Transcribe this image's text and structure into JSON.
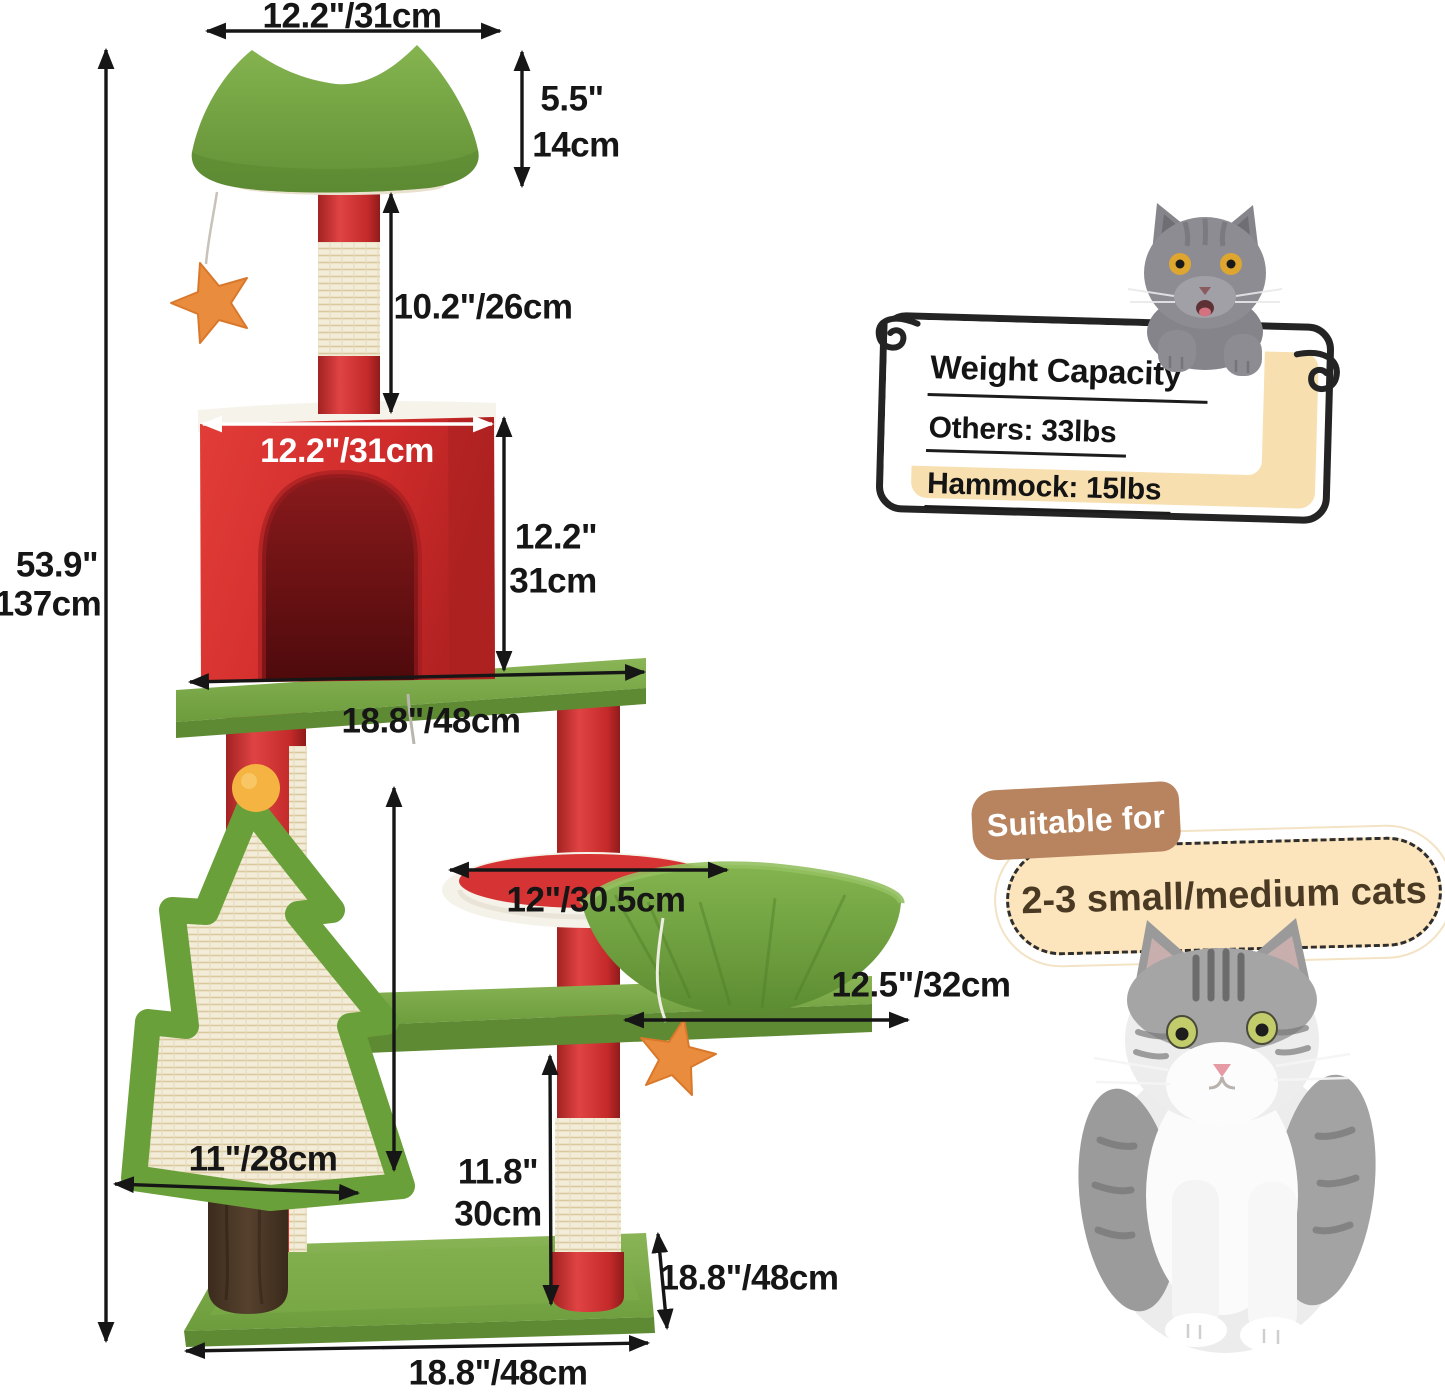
{
  "dimensions": {
    "top_perch_width": "12.2\"/31cm",
    "top_perch_height_in": "5.5\"",
    "top_perch_height_cm": "14cm",
    "upper_post_height": "10.2\"/26cm",
    "condo_width": "12.2\"/31cm",
    "condo_height_in": "12.2\"",
    "condo_height_cm": "31cm",
    "total_height_in": "53.9\"",
    "total_height_cm": "137cm",
    "condo_platform_width": "18.8\"/48cm",
    "round_perch_width": "12\"/30.5cm",
    "hammock_width": "12.5\"/32cm",
    "tree_scratcher_width": "11\"/28cm",
    "lower_post_height_in": "11.8\"",
    "lower_post_height_cm": "30cm",
    "base_depth": "18.8\"/48cm",
    "base_width": "18.8\"/48cm"
  },
  "weight_capacity_board": {
    "title": "Weight Capacity",
    "others": "Others: 33lbs",
    "hammock": "Hammock: 15lbs"
  },
  "suitability": {
    "badge": "Suitable for",
    "text": "2-3 small/medium cats"
  },
  "colors": {
    "plush_red": "#d23232",
    "plush_green": "#79a744",
    "sisal": "#f0e9d3",
    "star_orange": "#ea8c3e",
    "pom_yellow": "#f5b441",
    "trunk_brown": "#4b3827",
    "board_cream": "#f7dfb0",
    "badge_brown": "#b7845f",
    "pill_cream": "#fce5bd",
    "dimension_text": "#161616"
  }
}
